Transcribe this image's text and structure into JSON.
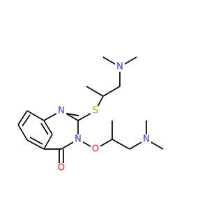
{
  "molecule": {
    "atoms": {
      "N_top": {
        "label": "N",
        "color": "#3333cc"
      },
      "N_ring1": {
        "label": "N",
        "color": "#3333cc"
      },
      "S": {
        "label": "S",
        "color": "#b3a100"
      },
      "N_ring3": {
        "label": "N",
        "color": "#3333cc"
      },
      "O_ether": {
        "label": "O",
        "color": "#ff0d0d"
      },
      "N_bottom": {
        "label": "N",
        "color": "#3333cc"
      },
      "O_carbonyl": {
        "label": "O",
        "color": "#ff0d0d"
      }
    }
  }
}
